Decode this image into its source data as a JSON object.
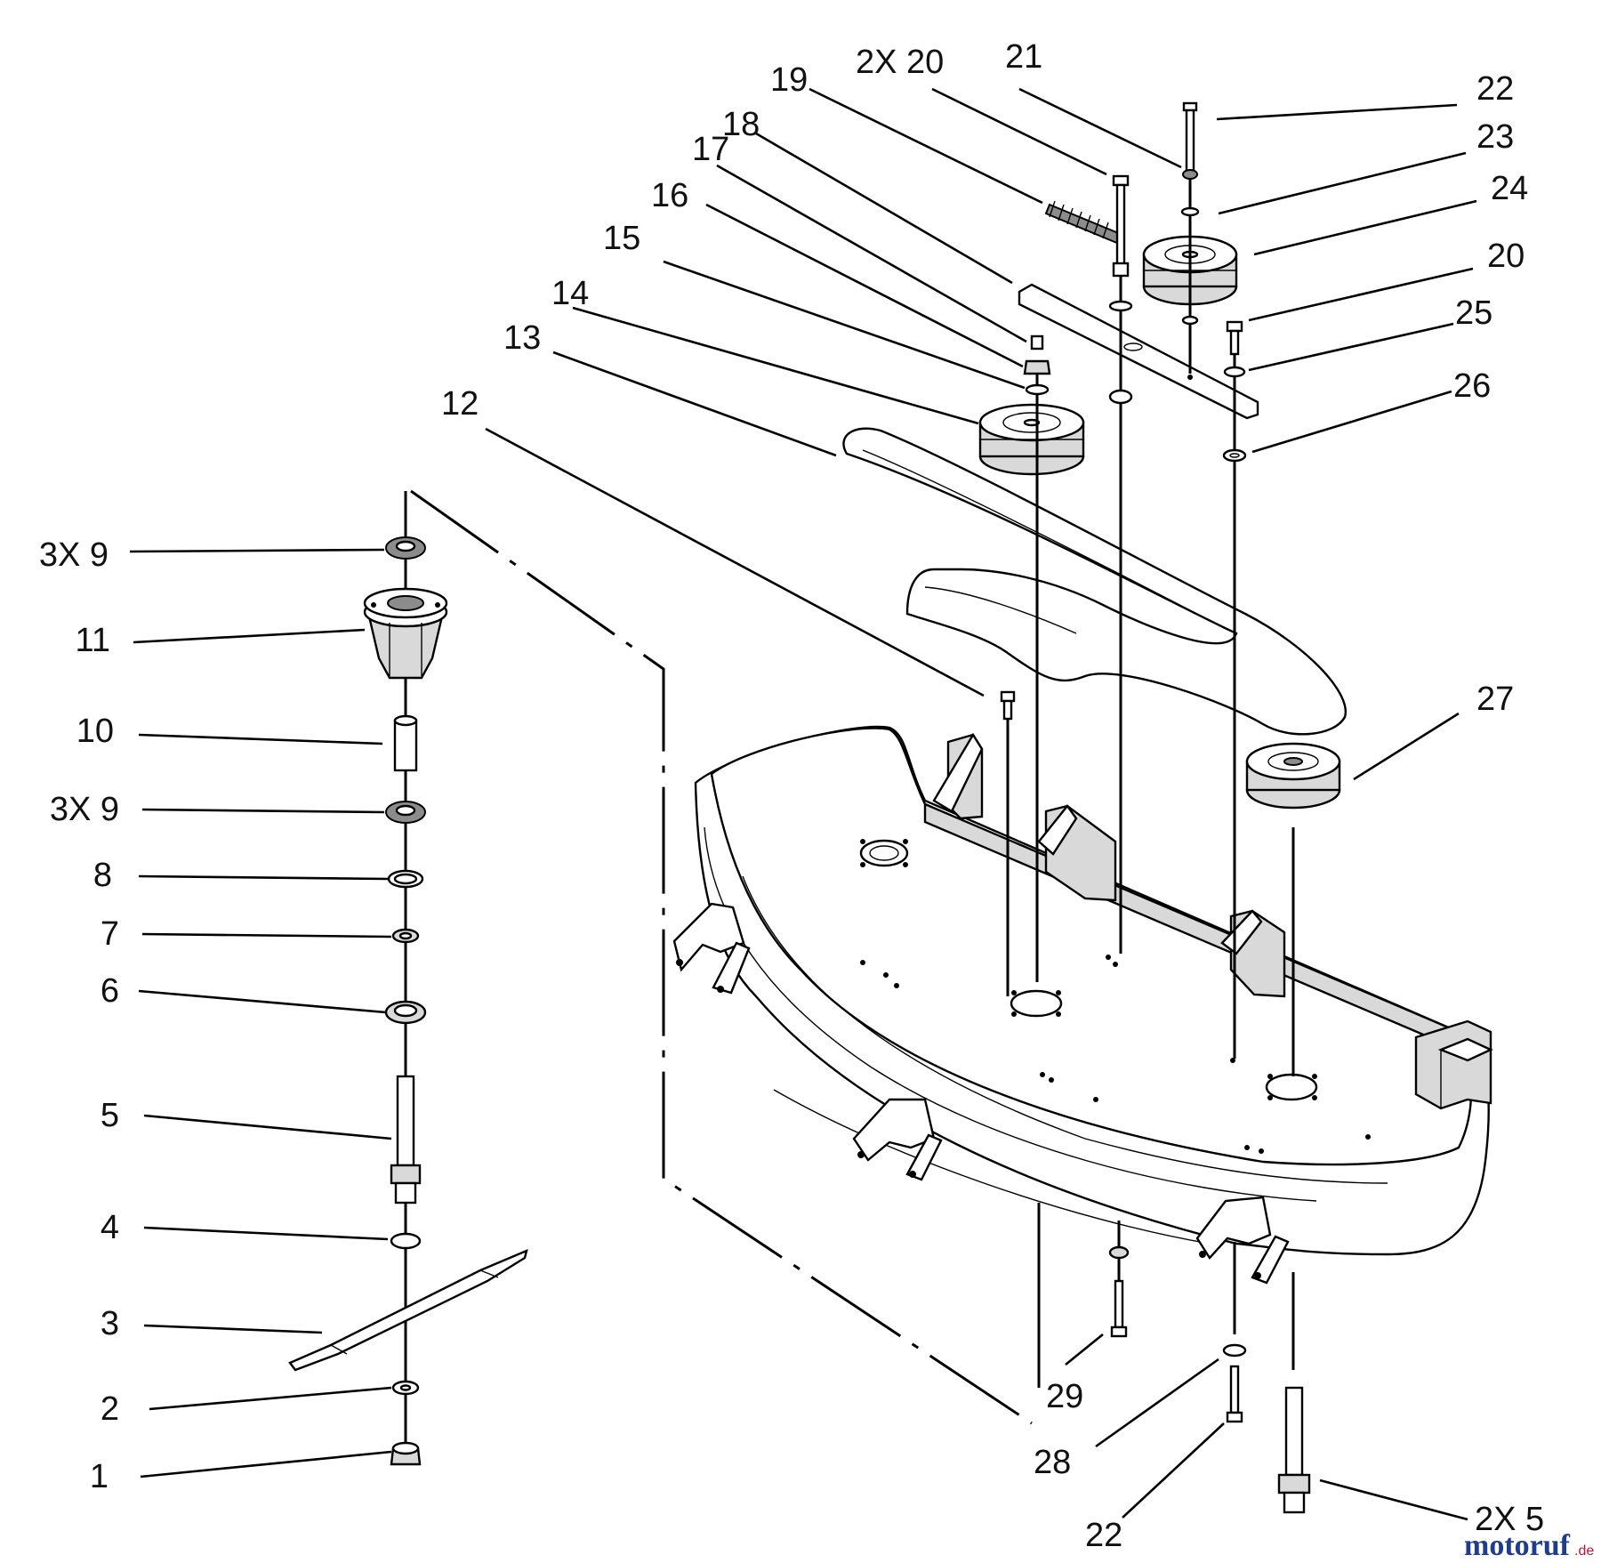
{
  "diagram": {
    "callouts": [
      {
        "id": "c1",
        "text": "1"
      },
      {
        "id": "c2",
        "text": "2"
      },
      {
        "id": "c3",
        "text": "3"
      },
      {
        "id": "c4",
        "text": "4"
      },
      {
        "id": "c5",
        "text": "5"
      },
      {
        "id": "c6",
        "text": "6"
      },
      {
        "id": "c7",
        "text": "7"
      },
      {
        "id": "c8",
        "text": "8"
      },
      {
        "id": "c9a",
        "text": "3X 9"
      },
      {
        "id": "c10",
        "text": "10"
      },
      {
        "id": "c11",
        "text": "11"
      },
      {
        "id": "c9b",
        "text": "3X 9"
      },
      {
        "id": "c12",
        "text": "12"
      },
      {
        "id": "c13",
        "text": "13"
      },
      {
        "id": "c14",
        "text": "14"
      },
      {
        "id": "c15",
        "text": "15"
      },
      {
        "id": "c16",
        "text": "16"
      },
      {
        "id": "c17",
        "text": "17"
      },
      {
        "id": "c18",
        "text": "18"
      },
      {
        "id": "c19",
        "text": "19"
      },
      {
        "id": "c20a",
        "text": "2X 20"
      },
      {
        "id": "c21",
        "text": "21"
      },
      {
        "id": "c22a",
        "text": "22"
      },
      {
        "id": "c23",
        "text": "23"
      },
      {
        "id": "c24",
        "text": "24"
      },
      {
        "id": "c20b",
        "text": "20"
      },
      {
        "id": "c25",
        "text": "25"
      },
      {
        "id": "c26",
        "text": "26"
      },
      {
        "id": "c27",
        "text": "27"
      },
      {
        "id": "c29",
        "text": "29"
      },
      {
        "id": "c28",
        "text": "28"
      },
      {
        "id": "c22b",
        "text": "22"
      },
      {
        "id": "c5b",
        "text": "2X 5"
      }
    ],
    "watermark": {
      "main": "motoruf",
      "suffix": ".de"
    }
  }
}
